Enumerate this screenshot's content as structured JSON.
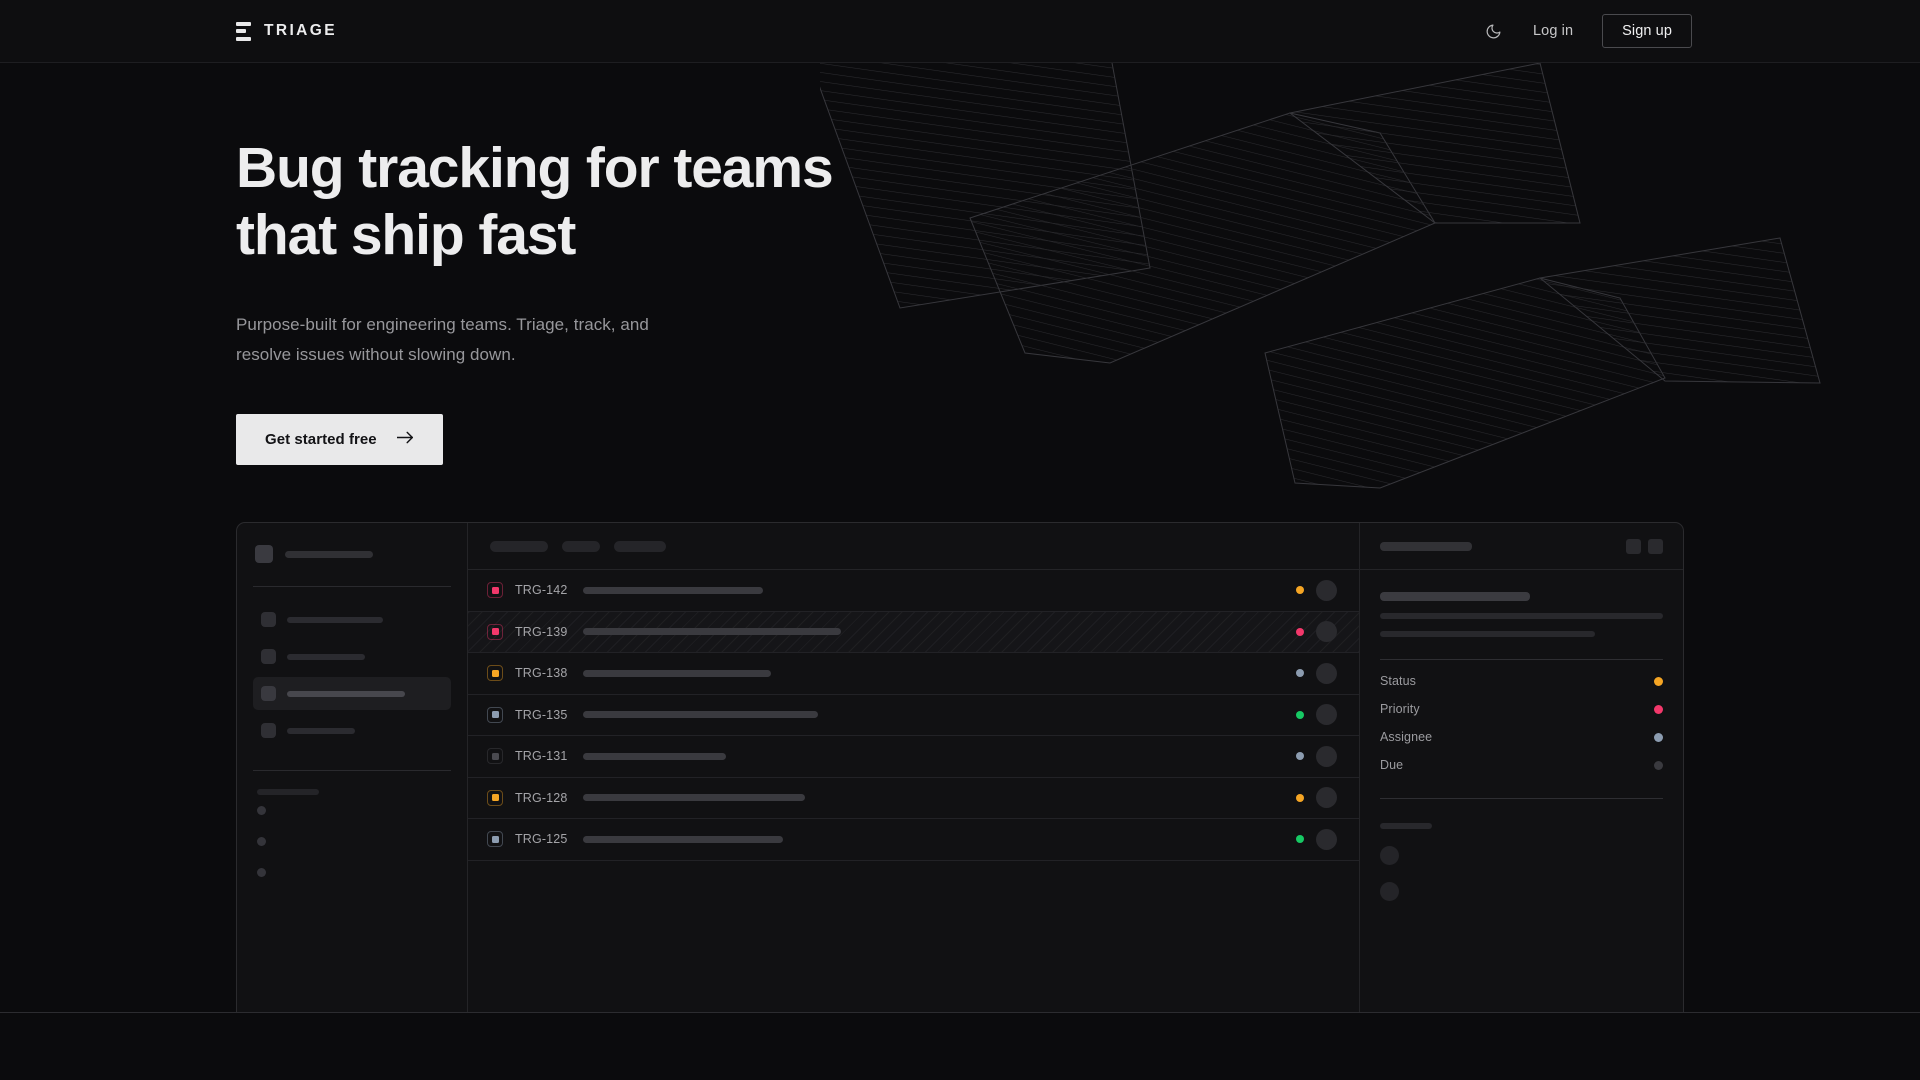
{
  "colors": {
    "page_bg": "#0b0b0d",
    "nav_bg": "#0e0e10",
    "panel_bg": "#111113",
    "accent_light": "#e9e9ea",
    "status_orange": "#f5a524",
    "status_pink": "#f3386b",
    "status_green": "#17c964",
    "status_blue_gray": "#8c9cb0",
    "status_muted": "#3a3a3f"
  },
  "nav": {
    "brand": "TRIAGE",
    "brand_mark_icon": "stacked-bars-icon",
    "theme_toggle_icon": "moon-icon",
    "login_label": "Log in",
    "signup_label": "Sign up"
  },
  "hero": {
    "title": "Bug tracking for teams\nthat ship fast",
    "subtitle": "Purpose-built for engineering teams. Triage, track, and\nresolve issues without slowing down.",
    "cta_label": "Get started free",
    "cta_icon": "arrow-right-icon",
    "decor_icon": "hatched-sheets-decoration"
  },
  "mockup": {
    "sidebar": {
      "logo_icon": "app-logo-placeholder",
      "workspace_bar_width": 88,
      "nav_items": [
        {
          "width": 96,
          "active": false
        },
        {
          "width": 78,
          "active": false
        },
        {
          "width": 118,
          "active": true
        },
        {
          "width": 68,
          "active": false
        }
      ],
      "section_label_width": 62,
      "sub_items": [
        1,
        2,
        3
      ]
    },
    "list": {
      "toolbar_pills": [
        58,
        38,
        52
      ],
      "rows": [
        {
          "id": "TRG-142",
          "badge": "#f3386b",
          "title_width": 180,
          "status_dot": "#f5a524",
          "hatched": false
        },
        {
          "id": "TRG-139",
          "badge": "#f3386b",
          "title_width": 258,
          "status_dot": "#f3386b",
          "hatched": true
        },
        {
          "id": "TRG-138",
          "badge": "#f5a524",
          "title_width": 188,
          "status_dot": "#8c9cb0",
          "hatched": false
        },
        {
          "id": "TRG-135",
          "badge": "#8c9cb0",
          "title_width": 235,
          "status_dot": "#17c964",
          "hatched": false
        },
        {
          "id": "TRG-131",
          "badge": "#4a4a50",
          "title_width": 143,
          "status_dot": "#8c9cb0",
          "hatched": false
        },
        {
          "id": "TRG-128",
          "badge": "#f5a524",
          "title_width": 222,
          "status_dot": "#f5a524",
          "hatched": false
        },
        {
          "id": "TRG-125",
          "badge": "#8c9cb0",
          "title_width": 200,
          "status_dot": "#17c964",
          "hatched": false
        }
      ]
    },
    "detail": {
      "header_bar_width": 92,
      "header_buttons": 2,
      "title_width": 150,
      "body_lines": [
        283,
        215
      ],
      "meta": [
        {
          "label": "Status",
          "dot": "#f5a524"
        },
        {
          "label": "Priority",
          "dot": "#f3386b"
        },
        {
          "label": "Assignee",
          "dot": "#8c9cb0"
        },
        {
          "label": "Due",
          "dot": "#3a3a3f"
        }
      ],
      "footer_label_width": 52,
      "footer_avatars": 2
    }
  }
}
